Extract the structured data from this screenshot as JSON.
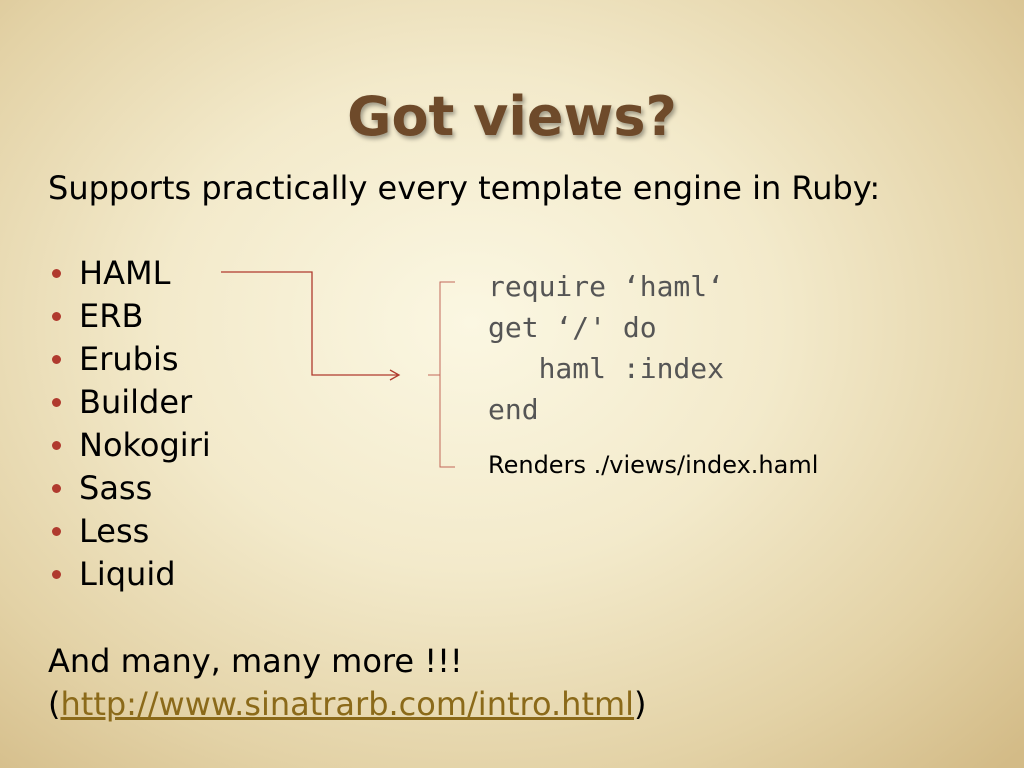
{
  "slide": {
    "title": "Got views?",
    "intro": "Supports practically every template engine in Ruby:",
    "engines": [
      "HAML",
      "ERB",
      "Erubis",
      "Builder",
      "Nokogiri",
      "Sass",
      "Less",
      "Liquid"
    ],
    "code_lines": [
      "require ‘haml‘",
      "get ‘/' do",
      "   haml :index",
      "end"
    ],
    "renders_note": "Renders ./views/index.haml",
    "more_text": "And many, many more !!!",
    "paren_open": "(",
    "link_text": "http://www.sinatrarb.com/intro.html",
    "paren_close": ")"
  },
  "colors": {
    "title": "#6e4a2a",
    "bullet": "#b03a2e",
    "connector": "#b03a2e",
    "link": "#8b6a1a",
    "code": "#555555"
  }
}
